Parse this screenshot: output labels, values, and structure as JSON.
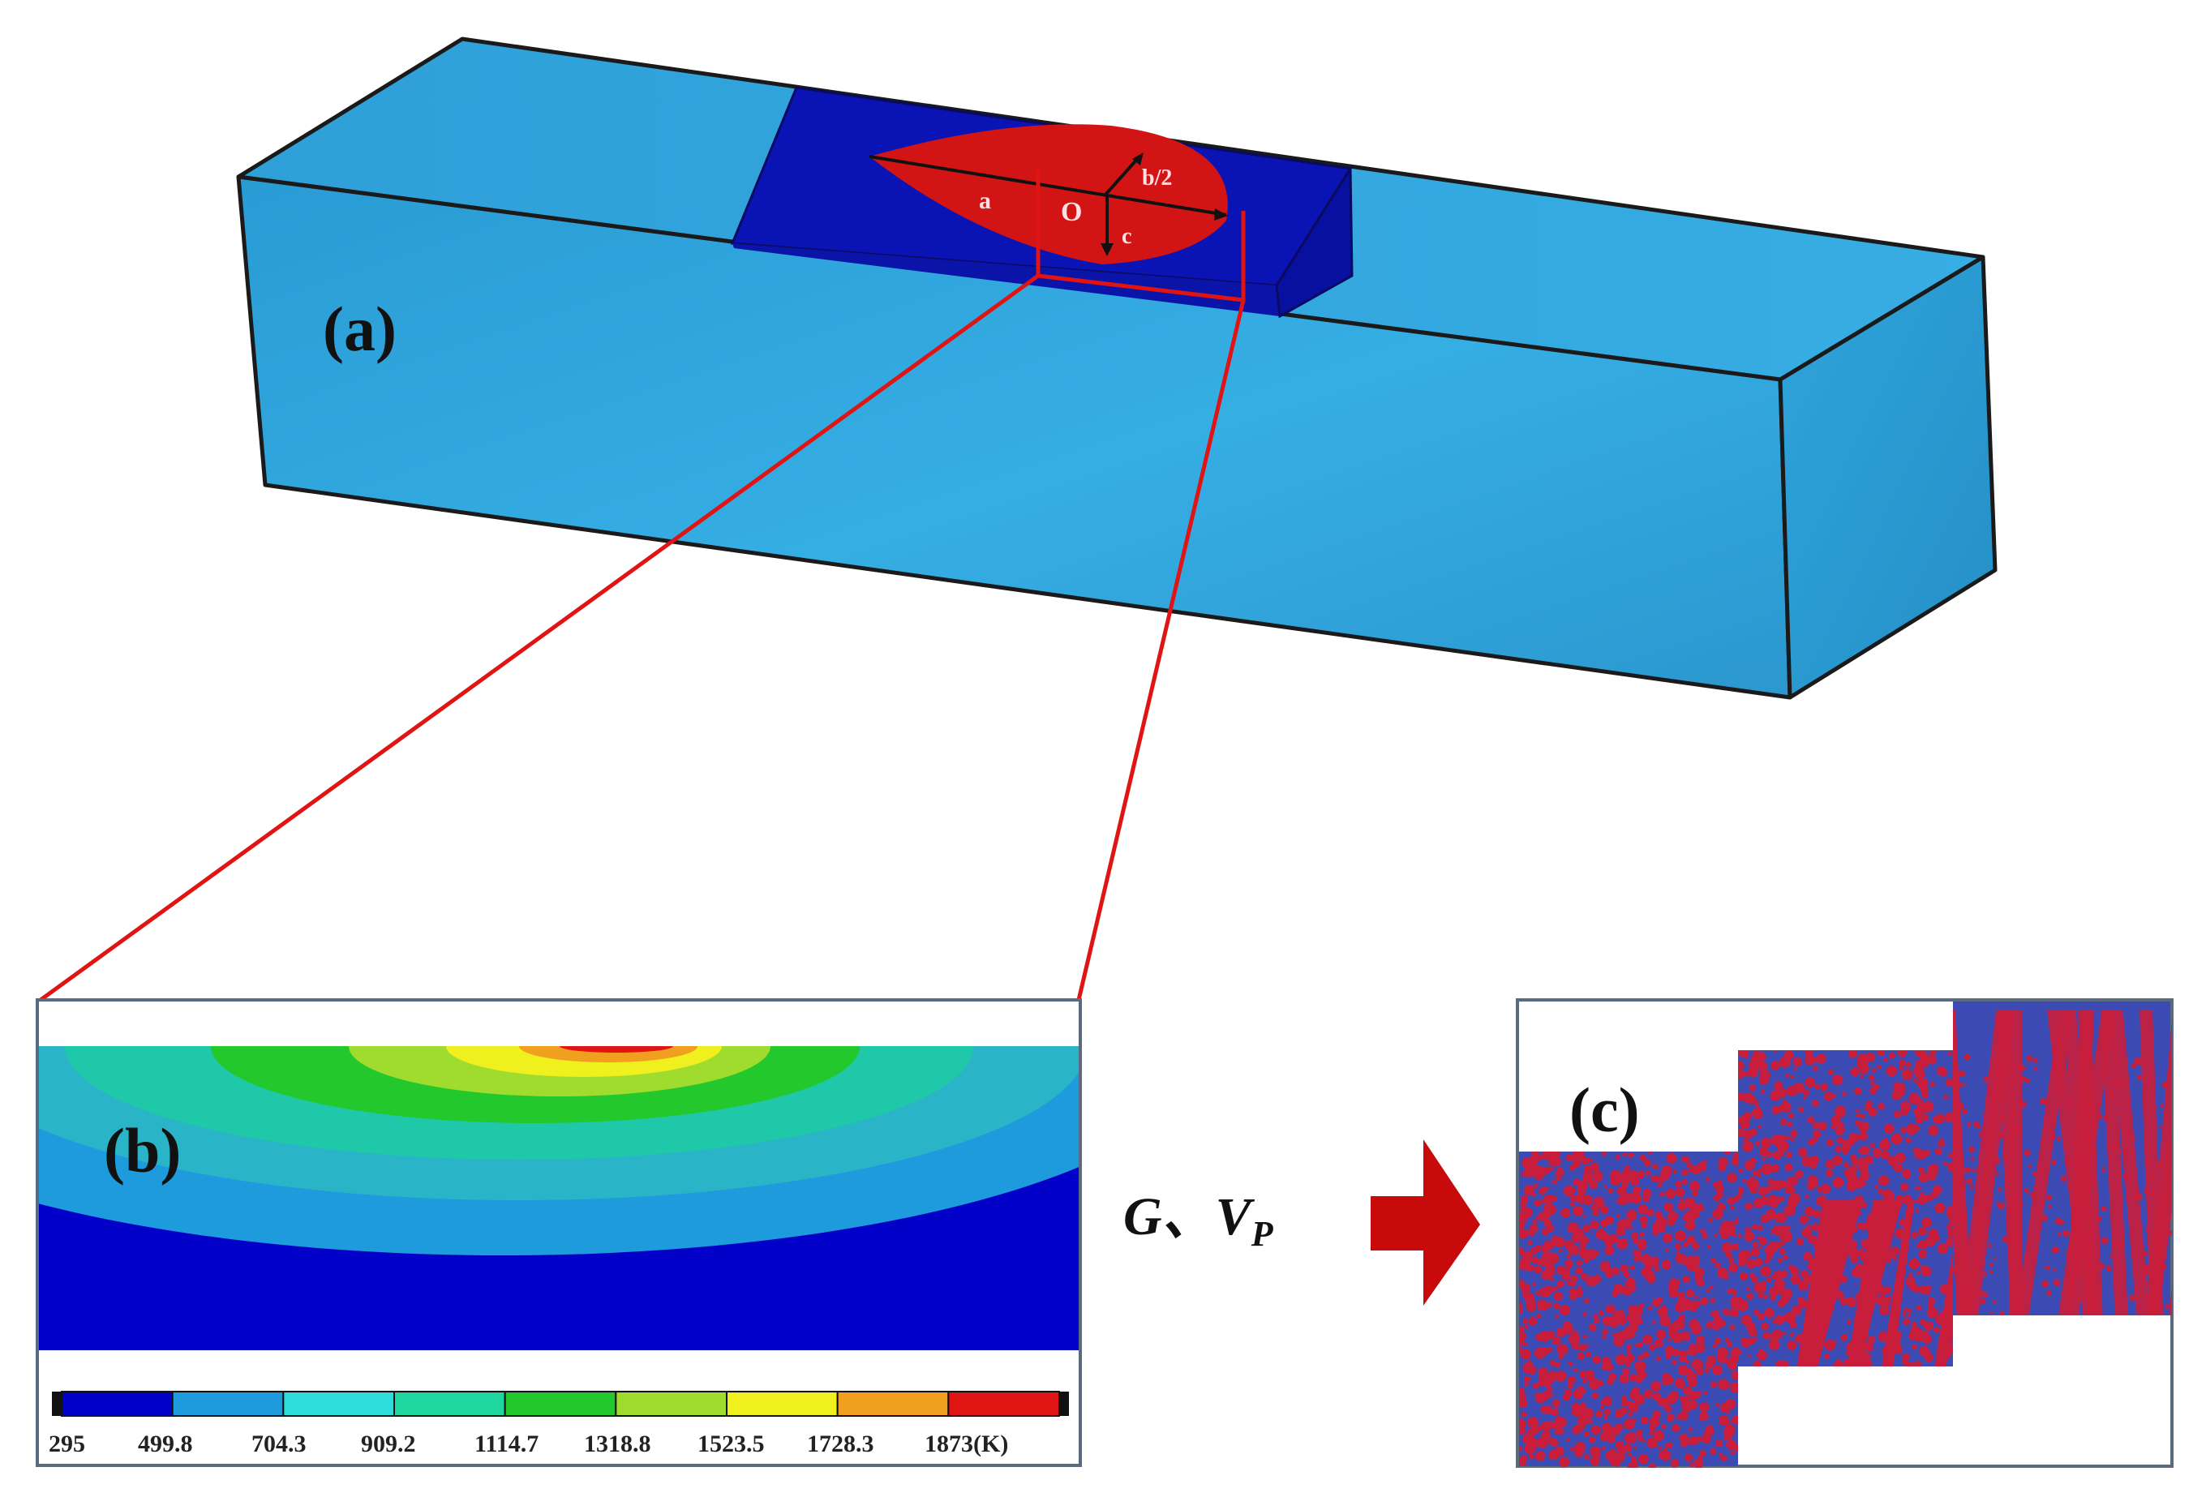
{
  "panel_a": {
    "label": "(a)",
    "pool_labels": {
      "a": "a",
      "b2": "b/2",
      "c": "c",
      "o": "O"
    }
  },
  "panel_b": {
    "label": "(b)",
    "colorbar": {
      "colors": [
        "#0000c8",
        "#1e9bdc",
        "#2fdcdc",
        "#1ed7a0",
        "#23c82d",
        "#a0dc2d",
        "#f0f01e",
        "#f0a01e",
        "#e11414"
      ],
      "ticks": [
        "295",
        "499.8",
        "704.3",
        "909.2",
        "1114.7",
        "1318.8",
        "1523.5",
        "1728.3",
        "1873(K)"
      ]
    }
  },
  "arrow": {
    "label_main": "G、V",
    "label_sub": "P",
    "color": "#c80a0a"
  },
  "panel_c": {
    "label": "(c)"
  },
  "colors": {
    "block_light": "#2ea4dc",
    "block_dark": "#0a14b4",
    "melt_pool": "#d21414",
    "zoom_line": "#e11414",
    "grain_blue": "#3c4bb4",
    "grain_red": "#c81e3c"
  }
}
